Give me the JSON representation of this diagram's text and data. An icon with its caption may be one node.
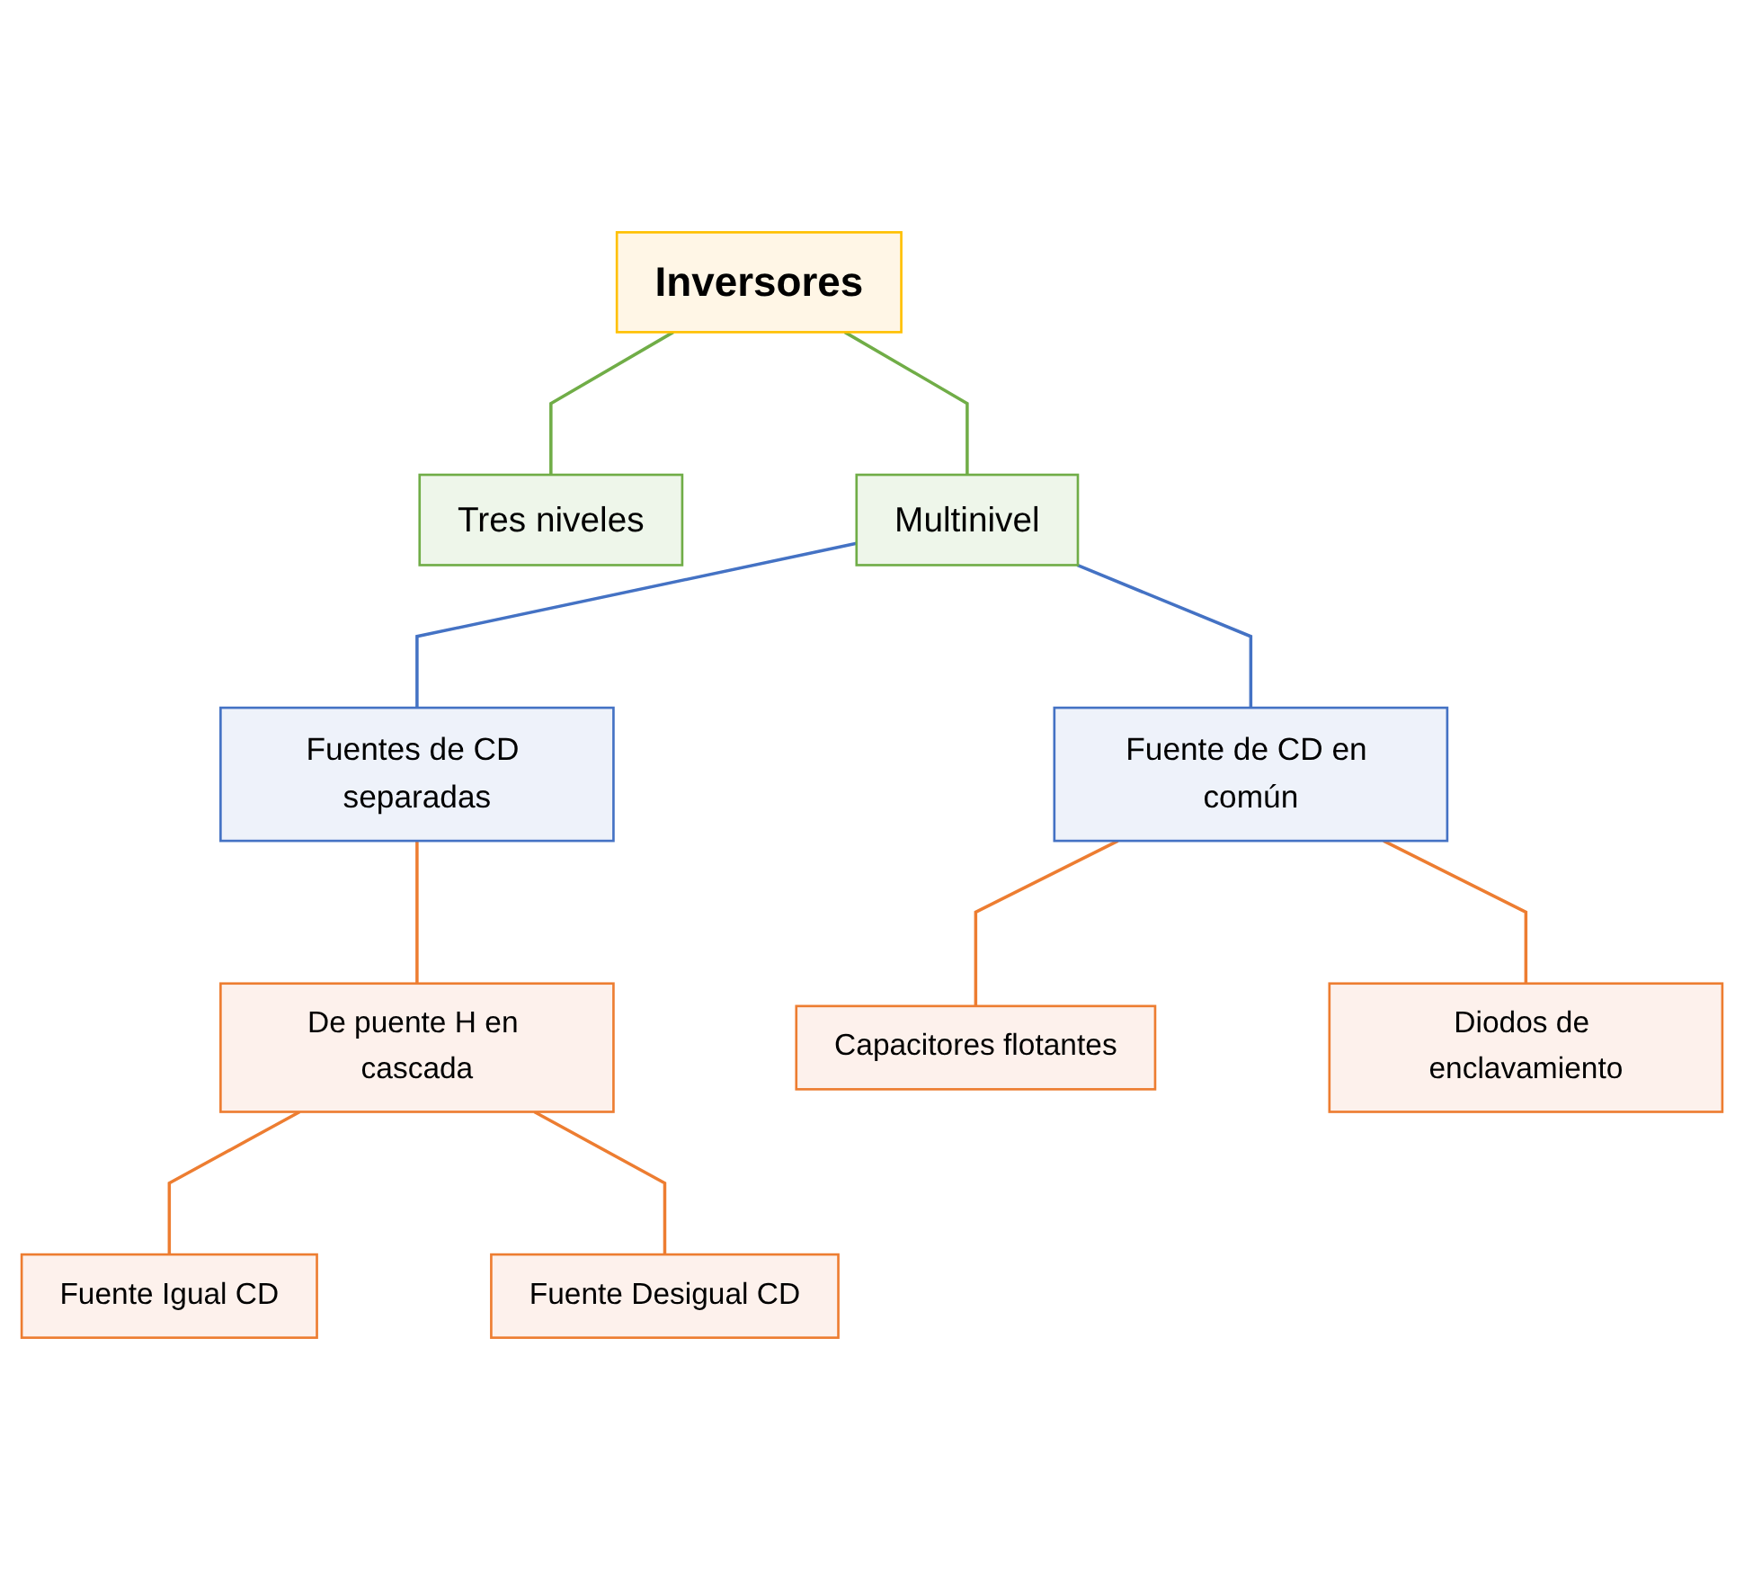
{
  "diagram": {
    "nodes": [
      {
        "text": [
          "Inversores"
        ]
      },
      {
        "text": [
          "Tres niveles"
        ]
      },
      {
        "text": [
          "Multinivel"
        ]
      },
      {
        "text": [
          "Fuentes de CD separadas"
        ]
      },
      {
        "text": [
          "Fuente de CD en común"
        ]
      },
      {
        "text": [
          "De puente H en cascada"
        ]
      },
      {
        "text": [
          "Capacitores flotantes"
        ]
      },
      {
        "text": [
          "Diodos de enclavamiento"
        ]
      },
      {
        "text": [
          "Fuente Igual CD"
        ]
      },
      {
        "text": [
          "Fuente Desigual CD"
        ]
      }
    ],
    "edges": [
      {
        "from": 0,
        "to": 1,
        "arrow": "none",
        "color": "#70ad47"
      },
      {
        "from": 0,
        "to": 2,
        "arrow": "none",
        "color": "#70ad47"
      },
      {
        "from": 2,
        "to": 3,
        "arrow": "none",
        "color": "#4472c4"
      },
      {
        "from": 2,
        "to": 4,
        "arrow": "none",
        "color": "#4472c4"
      },
      {
        "from": 3,
        "to": 5,
        "arrow": "none"
      },
      {
        "from": 4,
        "to": 6,
        "arrow": "none"
      },
      {
        "from": 4,
        "to": 7,
        "arrow": "none"
      },
      {
        "from": 5,
        "to": 8,
        "arrow": "none"
      },
      {
        "from": 5,
        "to": 9,
        "arrow": "none"
      }
    ]
  }
}
